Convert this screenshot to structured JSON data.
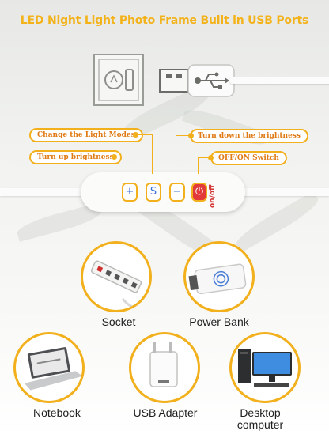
{
  "title": "LED Night Light Photo Frame Built in USB Ports",
  "callouts": {
    "change_modes": "Change the Light Modes",
    "turn_up": "Turn up brightness",
    "turn_down": "Turn down the brightness",
    "onoff_switch": "OFF/ON Switch"
  },
  "controller": {
    "plus": "+",
    "mode": "S",
    "minus": "−",
    "power": "⏻",
    "onoff_label": "on/off"
  },
  "devices": [
    {
      "label": "Socket"
    },
    {
      "label": "Power Bank"
    },
    {
      "label": "Notebook"
    },
    {
      "label": "USB Adapter"
    },
    {
      "label": "Desktop computer"
    }
  ],
  "colors": {
    "accent": "#f2b01d",
    "title": "#f3b21a",
    "callout_text": "#e07a14",
    "button_blue": "#3c6fd6",
    "power_red": "#e23a3a"
  }
}
